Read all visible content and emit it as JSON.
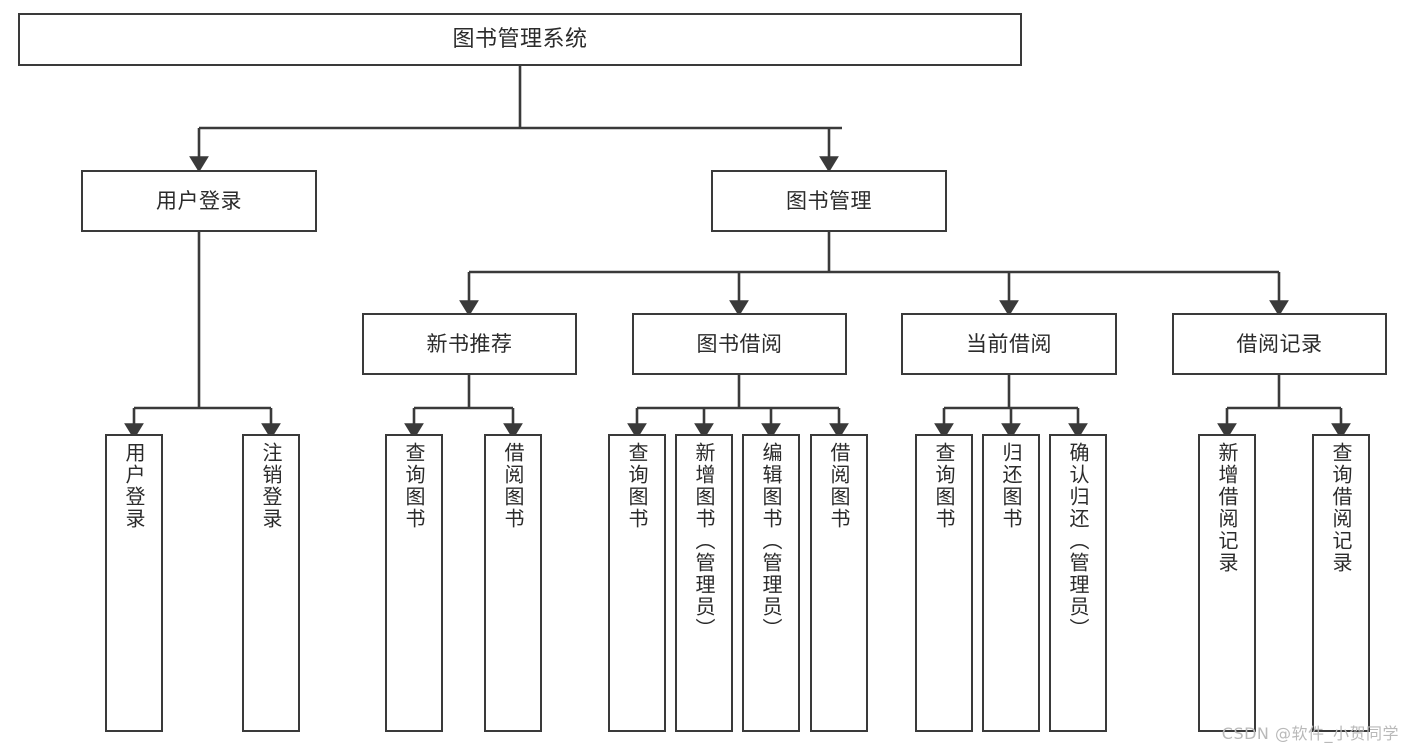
{
  "diagram": {
    "title": "图书管理系统",
    "type": "tree-hierarchy-chart",
    "watermark": "CSDN @软件_小贺同学",
    "line_color": "#3a3a3a",
    "box_fill": "#ffffff",
    "text_color": "#2b2b2b",
    "watermark_color": "#b9b9b9"
  },
  "nodes": {
    "root": {
      "label": "图书管理系统"
    },
    "level2": [
      {
        "label": "用户登录"
      },
      {
        "label": "图书管理"
      }
    ],
    "level3": [
      {
        "label": "新书推荐"
      },
      {
        "label": "图书借阅"
      },
      {
        "label": "当前借阅"
      },
      {
        "label": "借阅记录"
      }
    ],
    "leaves": {
      "user_login": [
        {
          "label": "用户登录"
        },
        {
          "label": "注销登录"
        }
      ],
      "new_book_recommend": [
        {
          "label": "查询图书"
        },
        {
          "label": "借阅图书"
        }
      ],
      "book_borrow": [
        {
          "label": "查询图书"
        },
        {
          "label": "新增图书（管理员）"
        },
        {
          "label": "编辑图书（管理员）"
        },
        {
          "label": "借阅图书"
        }
      ],
      "current_borrow": [
        {
          "label": "查询图书"
        },
        {
          "label": "归还图书"
        },
        {
          "label": "确认归还（管理员）"
        }
      ],
      "borrow_record": [
        {
          "label": "新增借阅记录"
        },
        {
          "label": "查询借阅记录"
        }
      ]
    }
  }
}
